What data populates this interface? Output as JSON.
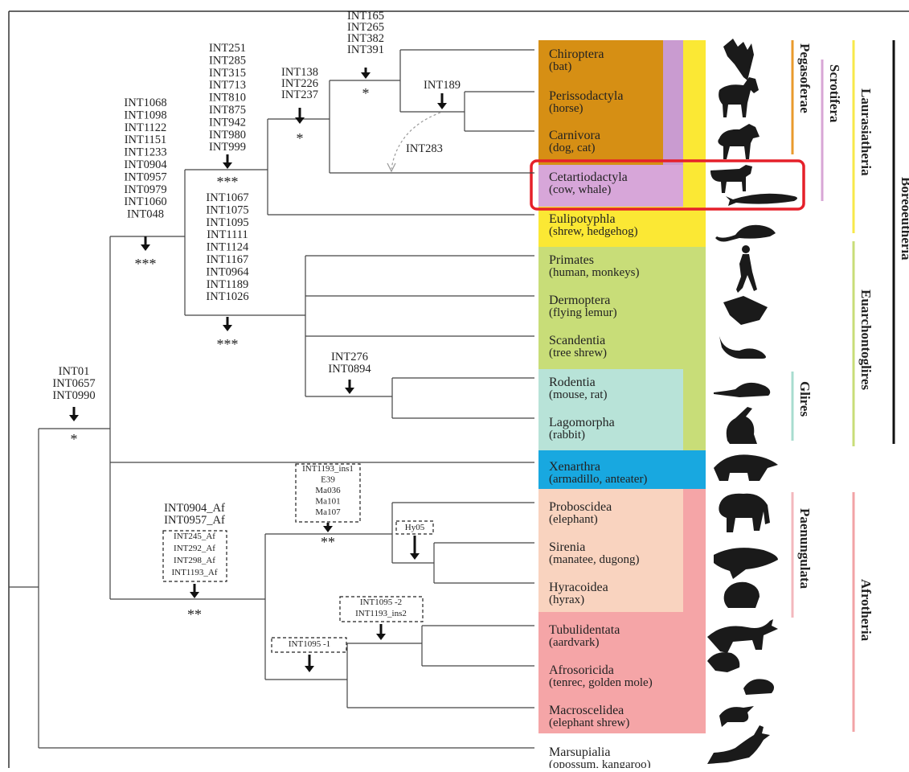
{
  "taxa": [
    {
      "name": "Chiroptera",
      "common": "(bat)",
      "bg": "#d68f14",
      "icon": "bat-icon"
    },
    {
      "name": "Perissodactyla",
      "common": "(horse)",
      "bg": "#d68f14",
      "icon": "horse-icon"
    },
    {
      "name": "Carnivora",
      "common": "(dog, cat)",
      "bg": "#d68f14",
      "icon": "dog-icon"
    },
    {
      "name": "Cetartiodactyla",
      "common": "(cow, whale)",
      "bg": "#d7a6d9",
      "icon": "cow-icon"
    },
    {
      "name": "Eulipotyphla",
      "common": "(shrew, hedgehog)",
      "bg": "#fbe834",
      "icon": "shrew-icon"
    },
    {
      "name": "Primates",
      "common": "(human, monkeys)",
      "bg": "#c8dd78",
      "icon": "human-icon"
    },
    {
      "name": "Dermoptera",
      "common": "(flying lemur)",
      "bg": "#c8dd78",
      "icon": "flying-lemur-icon"
    },
    {
      "name": "Scandentia",
      "common": "(tree shrew)",
      "bg": "#c8dd78",
      "icon": "tree-shrew-icon"
    },
    {
      "name": "Rodentia",
      "common": "(mouse, rat)",
      "bg": "#b8e3d8",
      "icon": "mouse-icon"
    },
    {
      "name": "Lagomorpha",
      "common": "(rabbit)",
      "bg": "#b8e3d8",
      "icon": "rabbit-icon"
    },
    {
      "name": "Xenarthra",
      "common": "(armadillo, anteater)",
      "bg": "#18a8e0",
      "icon": "armadillo-icon"
    },
    {
      "name": "Proboscidea",
      "common": "(elephant)",
      "bg": "#f9d3bf",
      "icon": "elephant-icon"
    },
    {
      "name": "Sirenia",
      "common": "(manatee, dugong)",
      "bg": "#f9d3bf",
      "icon": "manatee-icon"
    },
    {
      "name": "Hyracoidea",
      "common": "(hyrax)",
      "bg": "#f9d3bf",
      "icon": "hyrax-icon"
    },
    {
      "name": "Tubulidentata",
      "common": "(aardvark)",
      "bg": "#f5a5a7",
      "icon": "aardvark-icon"
    },
    {
      "name": "Afrosoricida",
      "common": "(tenrec, golden mole)",
      "bg": "#f5a5a7",
      "icon": "tenrec-icon"
    },
    {
      "name": "Macroscelidea",
      "common": "(elephant shrew)",
      "bg": "#f5a5a7",
      "icon": "elephant-shrew-icon"
    },
    {
      "name": "Marsupialia",
      "common": "(opossum, kangaroo)",
      "bg": "#ffffff",
      "icon": "kangaroo-icon"
    }
  ],
  "clades": {
    "pegasoferae": {
      "name": "Pegasoferae",
      "color": "#e99a2c"
    },
    "scrotifera": {
      "name": "Scrotifera",
      "color": "#d8a6d6"
    },
    "laurasiatheria": {
      "name": "Laurasiatheria",
      "color": "#f7e84a"
    },
    "euarchontoglires": {
      "name": "Euarchontoglires",
      "color": "#c8dd78"
    },
    "glires": {
      "name": "Glires",
      "color": "#a8dccf"
    },
    "paenungulata": {
      "name": "Paenungulata",
      "color": "#f3b8bd"
    },
    "afrotheria": {
      "name": "Afrotheria",
      "color": "#f2a3a6"
    },
    "boreoeutheria": {
      "name": "Boreoeutheria",
      "color": "#111111"
    }
  },
  "insertions": {
    "chiroptera_node": [
      "INT165",
      "INT265",
      "INT382",
      "INT391"
    ],
    "perissodactyla_carnivora": [
      "INT189"
    ],
    "scrotifera_inner": [
      "INT138",
      "INT226",
      "INT237"
    ],
    "scrotifera": [
      "INT251",
      "INT285",
      "INT315",
      "INT713",
      "INT810",
      "INT875",
      "INT942",
      "INT980",
      "INT999"
    ],
    "laurasiatheria": [
      "INT1068",
      "INT1098",
      "INT1122",
      "INT1151",
      "INT1233",
      "INT0904",
      "INT0957",
      "INT0979",
      "INT1060",
      "INT048"
    ],
    "euarchontoglires": [
      "INT1067",
      "INT1075",
      "INT1095",
      "INT1111",
      "INT1124",
      "INT1167",
      "INT0964",
      "INT1189",
      "INT1026"
    ],
    "glires": [
      "INT276",
      "INT0894"
    ],
    "placentalia": [
      "INT01",
      "INT0657",
      "INT0990"
    ],
    "afrotheria_plain": [
      "INT0904_Af",
      "INT0957_Af"
    ],
    "afrotheria_boxed": [
      "INT245_Af",
      "INT292_Af",
      "INT298_Af",
      "INT1193_Af"
    ],
    "paenungulata_boxed": [
      "INT1193_ins1",
      "E39",
      "Ma036",
      "Ma101",
      "Ma107"
    ],
    "sirenia_hyracoidea_boxed": [
      "Hy05"
    ],
    "afroinsectiphilia_boxed": [
      "INT1095 -2",
      "INT1193_ins2"
    ],
    "afroinsectiphilia_outer_boxed": [
      "INT1095 -1"
    ],
    "hgt": "INT283"
  },
  "support": {
    "one": "*",
    "two": "**",
    "three": "***"
  }
}
